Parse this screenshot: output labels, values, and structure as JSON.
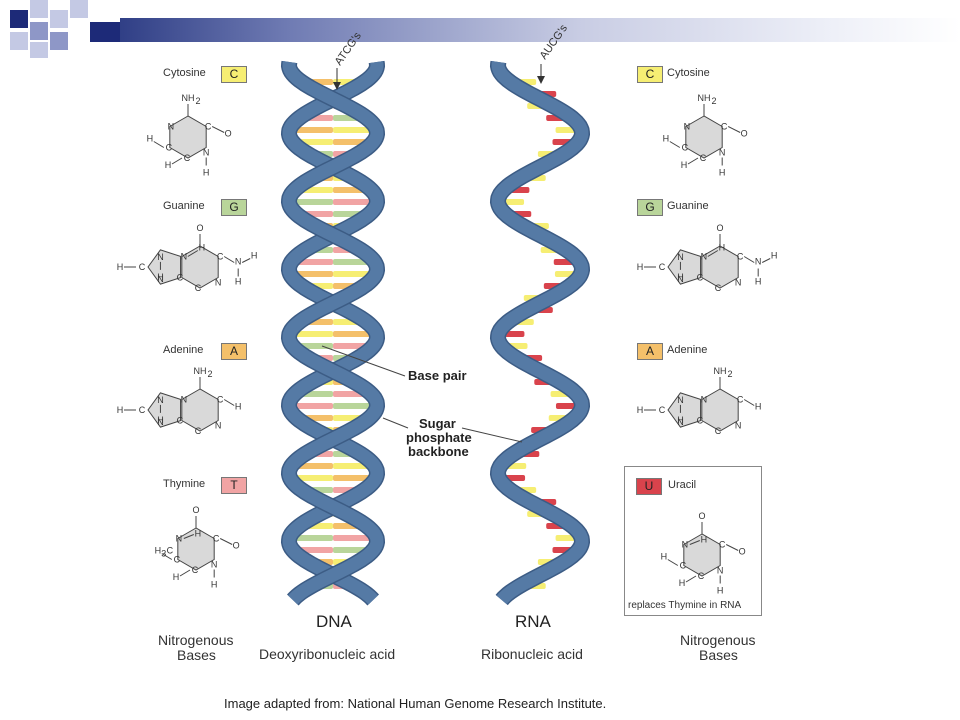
{
  "labels": {
    "top_dna": "ATCG's",
    "top_rna": "AUCG's",
    "base_pair": "Base pair",
    "backbone_line1": "Sugar",
    "backbone_line2": "phosphate",
    "backbone_line3": "backbone",
    "dna_title": "DNA",
    "dna_subtitle": "Deoxyribonucleic acid",
    "rna_title": "RNA",
    "rna_subtitle": "Ribonucleic acid",
    "nitro_left_1": "Nitrogenous",
    "nitro_left_2": "Bases",
    "nitro_right_1": "Nitrogenous",
    "nitro_right_2": "Bases",
    "credit": "Image adapted from: National Human Genome Research Institute.",
    "uracil_note": "replaces Thymine in RNA"
  },
  "bases_left": [
    {
      "name": "Cytosine",
      "letter": "C",
      "color": "#f6ee73"
    },
    {
      "name": "Guanine",
      "letter": "G",
      "color": "#b9d59a"
    },
    {
      "name": "Adenine",
      "letter": "A",
      "color": "#f4c06a"
    },
    {
      "name": "Thymine",
      "letter": "T",
      "color": "#f1a4a4"
    }
  ],
  "bases_right": [
    {
      "name": "Cytosine",
      "letter": "C",
      "color": "#f6ee73"
    },
    {
      "name": "Guanine",
      "letter": "G",
      "color": "#b9d59a"
    },
    {
      "name": "Adenine",
      "letter": "A",
      "color": "#f4c06a"
    },
    {
      "name": "Uracil",
      "letter": "U",
      "color": "#d9434c"
    }
  ],
  "atoms": {
    "N": "N",
    "H": "H",
    "O": "O",
    "C": "C",
    "NH2": "NH",
    "H3C": "H",
    "sub2": "2",
    "sub3": "3"
  },
  "colors": {
    "helix": "#557aa5",
    "helix_edge": "#3c5c85",
    "ring": "#d9d9d9",
    "cytosine": "#f6ee73",
    "guanine": "#b9d59a",
    "adenine": "#f4c06a",
    "thymine": "#f1a4a4",
    "uracil": "#d9434c"
  }
}
